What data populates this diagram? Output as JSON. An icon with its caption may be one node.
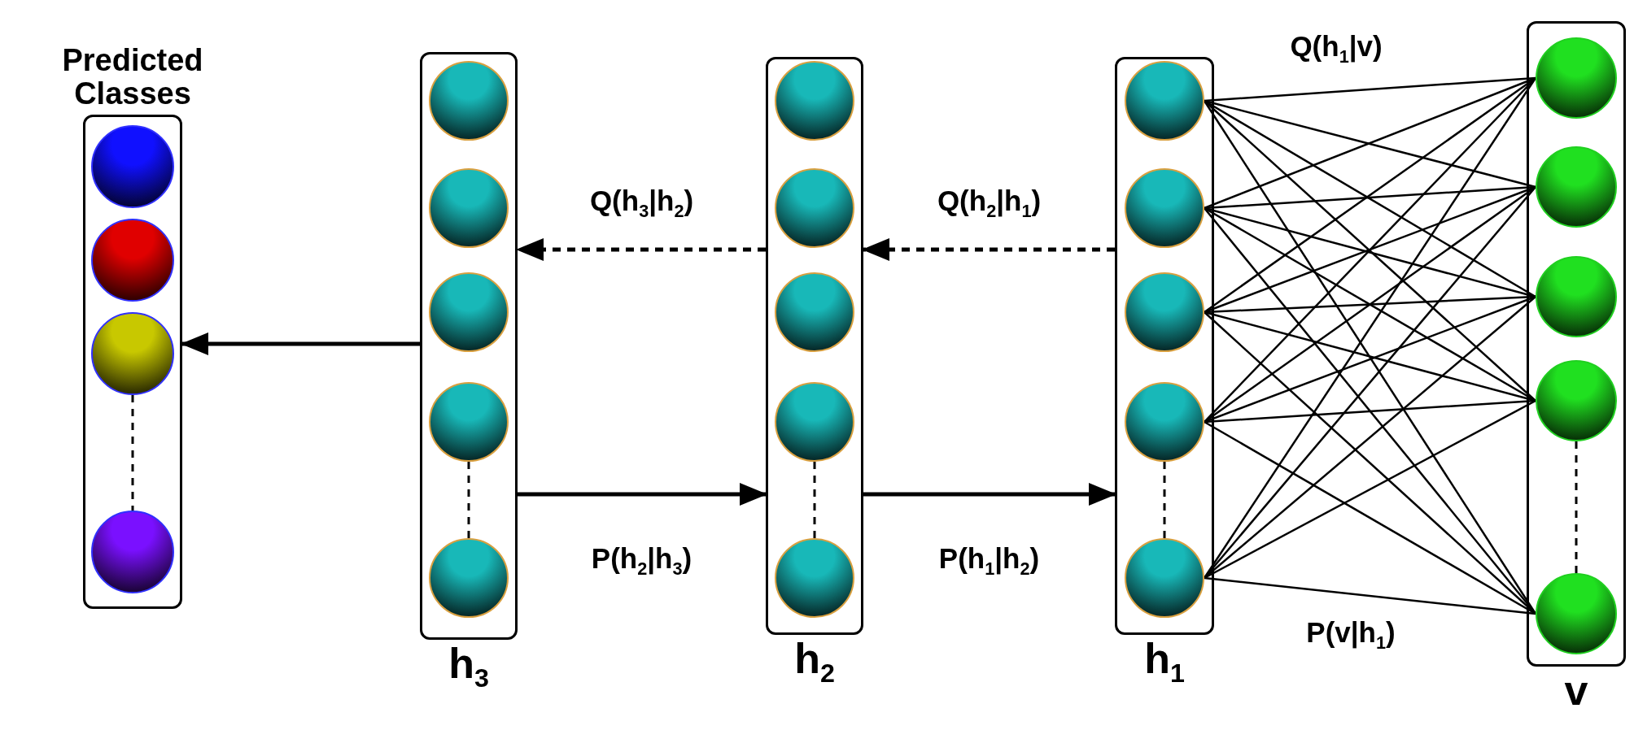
{
  "diagram": {
    "nodes": [
      {
        "text": [
          "Predicted Classes"
        ]
      },
      {
        "text": [],
        "shape": "circle",
        "in": 0
      },
      {
        "text": [],
        "shape": "circle",
        "in": 0
      },
      {
        "text": [],
        "shape": "circle",
        "in": 0
      },
      {
        "text": [],
        "shape": "circle",
        "in": 0
      },
      {
        "text": [
          "h$_{3}$"
        ]
      },
      {
        "text": [],
        "shape": "circle",
        "in": 5
      },
      {
        "text": [],
        "shape": "circle",
        "in": 5
      },
      {
        "text": [],
        "shape": "circle",
        "in": 5
      },
      {
        "text": [],
        "shape": "circle",
        "in": 5
      },
      {
        "text": [],
        "shape": "circle",
        "in": 5
      },
      {
        "text": [
          "h$_{2}$"
        ]
      },
      {
        "text": [],
        "shape": "circle",
        "in": 11
      },
      {
        "text": [],
        "shape": "circle",
        "in": 11
      },
      {
        "text": [],
        "shape": "circle",
        "in": 11
      },
      {
        "text": [],
        "shape": "circle",
        "in": 11
      },
      {
        "text": [],
        "shape": "circle",
        "in": 11
      },
      {
        "text": [
          "h$_{1}$"
        ]
      },
      {
        "text": [],
        "shape": "circle",
        "in": 17
      },
      {
        "text": [],
        "shape": "circle",
        "in": 17
      },
      {
        "text": [],
        "shape": "circle",
        "in": 17
      },
      {
        "text": [],
        "shape": "circle",
        "in": 17
      },
      {
        "text": [],
        "shape": "circle",
        "in": 17
      },
      {
        "text": [
          "v"
        ]
      },
      {
        "text": [],
        "shape": "circle",
        "in": 23
      },
      {
        "text": [],
        "shape": "circle",
        "in": 23
      },
      {
        "text": [],
        "shape": "circle",
        "in": 23
      },
      {
        "text": [],
        "shape": "circle",
        "in": 23
      },
      {
        "text": [],
        "shape": "circle",
        "in": 23
      }
    ],
    "edges": [
      {
        "from": 5,
        "to": 0,
        "arrow": "to"
      },
      {
        "from": 11,
        "to": 5,
        "arrow": "to",
        "style": "dashed",
        "label": "Q(h$_{3}$|h$_{2}$)"
      },
      {
        "from": 17,
        "to": 11,
        "arrow": "to",
        "style": "dashed",
        "label": "Q(h$_{2}$|h$_{1}$)"
      },
      {
        "from": 5,
        "to": 11,
        "arrow": "to",
        "label": "P(h$_{2}$|h$_{3}$)"
      },
      {
        "from": 11,
        "to": 17,
        "arrow": "to",
        "label": "P(h$_{1}$|h$_{2}$)"
      },
      {
        "from": 3,
        "to": 4,
        "arrow": "none",
        "style": "dashed"
      },
      {
        "from": 9,
        "to": 10,
        "arrow": "none",
        "style": "dashed"
      },
      {
        "from": 15,
        "to": 16,
        "arrow": "none",
        "style": "dashed"
      },
      {
        "from": 21,
        "to": 22,
        "arrow": "none",
        "style": "dashed"
      },
      {
        "from": 27,
        "to": 28,
        "arrow": "none",
        "style": "dashed"
      },
      {
        "from": 18,
        "to": 24,
        "arrow": "none"
      },
      {
        "from": 18,
        "to": 25,
        "arrow": "none"
      },
      {
        "from": 18,
        "to": 26,
        "arrow": "none"
      },
      {
        "from": 18,
        "to": 27,
        "arrow": "none"
      },
      {
        "from": 18,
        "to": 28,
        "arrow": "none"
      },
      {
        "from": 19,
        "to": 24,
        "arrow": "none"
      },
      {
        "from": 19,
        "to": 25,
        "arrow": "none"
      },
      {
        "from": 19,
        "to": 26,
        "arrow": "none"
      },
      {
        "from": 19,
        "to": 27,
        "arrow": "none"
      },
      {
        "from": 19,
        "to": 28,
        "arrow": "none"
      },
      {
        "from": 20,
        "to": 24,
        "arrow": "none"
      },
      {
        "from": 20,
        "to": 25,
        "arrow": "none"
      },
      {
        "from": 20,
        "to": 26,
        "arrow": "none"
      },
      {
        "from": 20,
        "to": 27,
        "arrow": "none"
      },
      {
        "from": 20,
        "to": 28,
        "arrow": "none"
      },
      {
        "from": 21,
        "to": 24,
        "arrow": "none"
      },
      {
        "from": 21,
        "to": 25,
        "arrow": "none"
      },
      {
        "from": 21,
        "to": 26,
        "arrow": "none"
      },
      {
        "from": 21,
        "to": 27,
        "arrow": "none"
      },
      {
        "from": 21,
        "to": 28,
        "arrow": "none"
      },
      {
        "from": 22,
        "to": 24,
        "arrow": "none"
      },
      {
        "from": 22,
        "to": 25,
        "arrow": "none"
      },
      {
        "from": 22,
        "to": 26,
        "arrow": "none"
      },
      {
        "from": 22,
        "to": 27,
        "arrow": "none"
      },
      {
        "from": 22,
        "to": 28,
        "arrow": "none"
      }
    ],
    "labels": [
      "Q(h$_{1}$|v)",
      "P(v|h$_{1}$)"
    ]
  }
}
